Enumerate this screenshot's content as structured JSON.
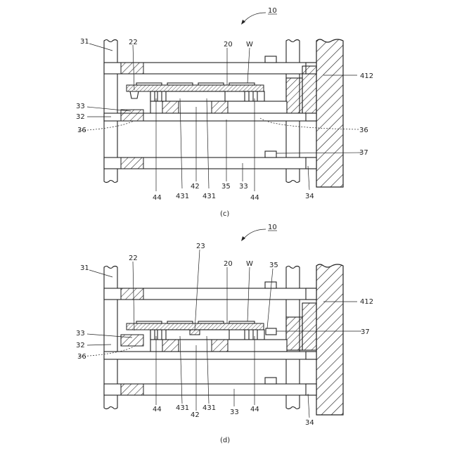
{
  "figures": [
    {
      "caption": "(c)",
      "labels": {
        "ref10": "10",
        "l31": "31",
        "l22": "22",
        "l20": "20",
        "lW": "W",
        "l412": "412",
        "l33a": "33",
        "l32": "32",
        "l36a": "36",
        "l36b": "36",
        "l37": "37",
        "l44a": "44",
        "l431a": "431",
        "l42": "42",
        "l431b": "431",
        "l35": "35",
        "l33b": "33",
        "l44b": "44",
        "l34": "34"
      }
    },
    {
      "caption": "(d)",
      "labels": {
        "ref10": "10",
        "l31": "31",
        "l22": "22",
        "l23": "23",
        "l20": "20",
        "lW": "W",
        "l35": "35",
        "l412": "412",
        "l33a": "33",
        "l37": "37",
        "l32": "32",
        "l36": "36",
        "l44a": "44",
        "l431a": "431",
        "l42": "42",
        "l431b": "431",
        "l33b": "33",
        "l44b": "44",
        "l34": "34"
      }
    }
  ]
}
